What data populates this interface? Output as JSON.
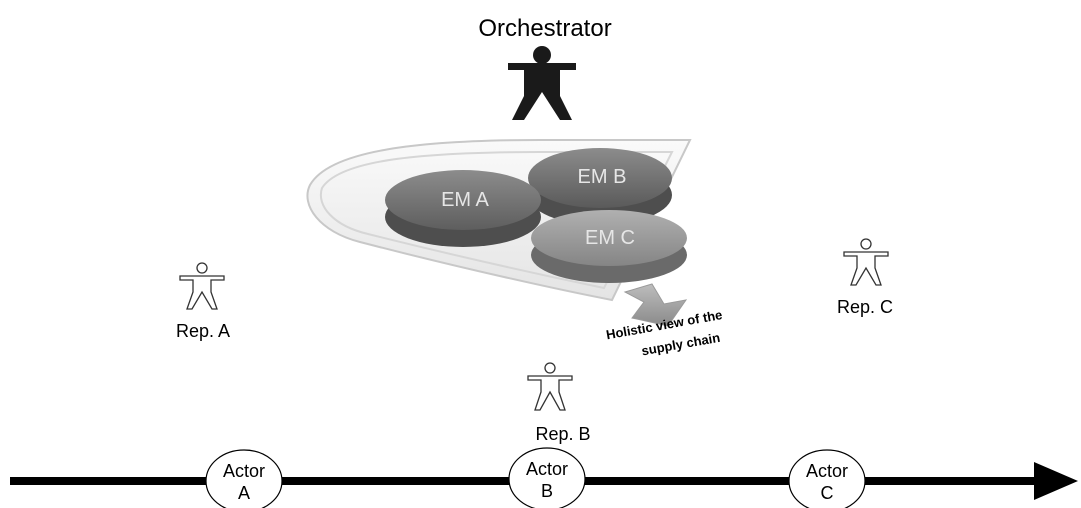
{
  "orchestrator": {
    "label": "Orchestrator"
  },
  "models": [
    {
      "label": "EM A"
    },
    {
      "label": "EM B"
    },
    {
      "label": "EM C"
    }
  ],
  "holistic_view": {
    "line1": "Holistic view of the",
    "line2": "supply chain"
  },
  "representatives": [
    {
      "label": "Rep. A"
    },
    {
      "label": "Rep. B"
    },
    {
      "label": "Rep. C"
    }
  ],
  "actors": [
    {
      "line1": "Actor",
      "line2": "A"
    },
    {
      "line1": "Actor",
      "line2": "B"
    },
    {
      "line1": "Actor",
      "line2": "C"
    }
  ],
  "colors": {
    "background": "#ffffff",
    "ink": "#000000",
    "tray_fill": "#f2f2f2",
    "tray_rim": "#c8c8c8",
    "disc_dark": "#6d6d6d",
    "disc_mid": "#8a8a8a",
    "disc_light": "#9a9a9a",
    "disc_label": "#e6e6e6"
  },
  "icons": {
    "orchestrator": "person-icon-filled",
    "representative": "person-icon-outline",
    "timeline": "arrow-right-icon"
  }
}
